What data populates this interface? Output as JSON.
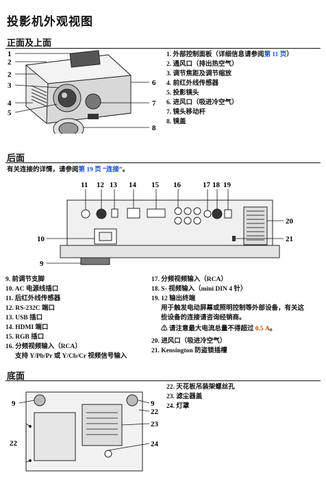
{
  "title": "投影机外观视图",
  "front": {
    "heading": "正面及上面",
    "callouts": [
      "1",
      "2",
      "2",
      "3",
      "4",
      "5",
      "6",
      "7",
      "8"
    ],
    "items": [
      {
        "n": "1.",
        "pre": "外部控制面板（详细信息请参阅",
        "link": "第 11 页",
        "post": "）"
      },
      {
        "n": "2.",
        "text": "通风口（排出热空气）"
      },
      {
        "n": "3.",
        "text": "调节焦距及调节缩放"
      },
      {
        "n": "4.",
        "text": "前红外线传感器"
      },
      {
        "n": "5.",
        "text": "投影镜头"
      },
      {
        "n": "6.",
        "text": "进风口（吸进冷空气）"
      },
      {
        "n": "7.",
        "text": "镜头移动杆"
      },
      {
        "n": "8.",
        "text": "镜盖"
      }
    ]
  },
  "rear": {
    "heading": "后面",
    "intro_pre": "有关连接的详情，请参阅",
    "intro_link": "第 19 页 “连接”",
    "intro_post": "。",
    "callouts_top": [
      "11",
      "12",
      "13",
      "14",
      "15",
      "16",
      "17",
      "18",
      "19"
    ],
    "callouts_side": [
      "20",
      "21",
      "10",
      "9"
    ],
    "items_left": [
      {
        "n": "9.",
        "text": "前调节支脚"
      },
      {
        "n": "10.",
        "text": "AC 电源线插口"
      },
      {
        "n": "11.",
        "text": "后红外线传感器"
      },
      {
        "n": "12.",
        "text": "RS-232C 端口"
      },
      {
        "n": "13.",
        "text": "USB 插口"
      },
      {
        "n": "14.",
        "text": "HDMI 端口"
      },
      {
        "n": "15.",
        "text": "RGB 插口"
      },
      {
        "n": "16.",
        "text": "分频视频输入（RCA）"
      },
      {
        "n": "",
        "text": "支持 Y/Pb/Pr 或 Y/Cb/Cr 视频信号输入"
      }
    ],
    "items_right": [
      {
        "n": "17.",
        "text": "分频视频输入（RCA）"
      },
      {
        "n": "18.",
        "text": "S- 视频输入（mini DIN 4 针）"
      },
      {
        "n": "19.",
        "text": "12 输出终端"
      },
      {
        "n": "",
        "text": "用于触发电动屏幕或照明控制等外部设备，有关这"
      },
      {
        "n": "",
        "text": "些设备的连接请咨询经销商。"
      }
    ],
    "warning_pre": "请注意最大电流总量不得超过",
    "warning_value": "0.5 A",
    "warning_post": "。",
    "items_right2": [
      {
        "n": "20.",
        "text": "进风口（吸进冷空气）"
      },
      {
        "n": "21.",
        "text": "Kensington 防盗锁插槽"
      }
    ]
  },
  "bottom": {
    "heading": "底面",
    "callouts": [
      "9",
      "9",
      "22",
      "22",
      "23",
      "24"
    ],
    "items": [
      {
        "n": "22.",
        "text": "天花板吊装架螺丝孔"
      },
      {
        "n": "23.",
        "text": "滤尘器盖"
      },
      {
        "n": "24.",
        "text": "灯罩"
      }
    ]
  }
}
